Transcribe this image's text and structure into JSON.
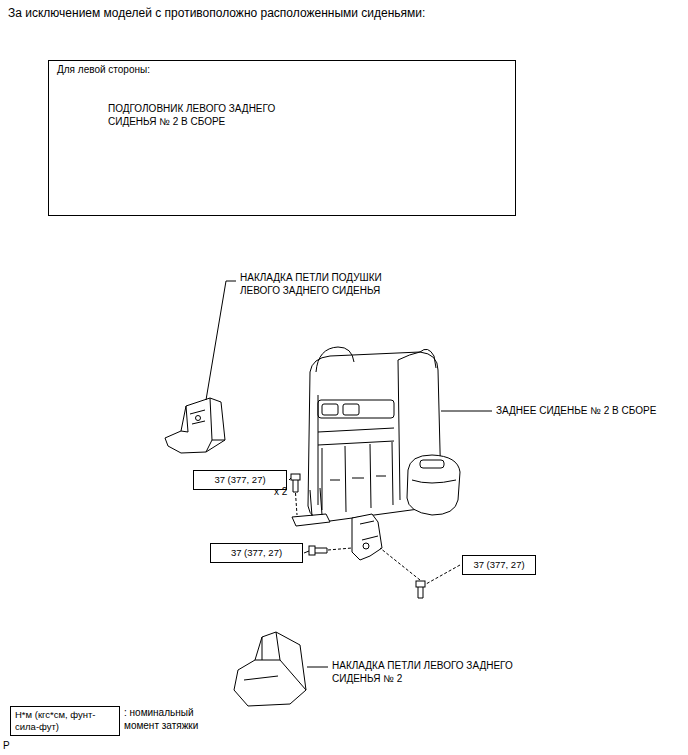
{
  "diagram": {
    "title": "За исключением моделей с противоположно расположенными сиденьями:",
    "nodes": [
      {
        "text": [
          "Для левой стороны:"
        ]
      },
      {
        "text": [
          "37 (377, 27)"
        ]
      },
      {
        "text": [
          "37 (377, 27)"
        ]
      },
      {
        "text": [
          "37 (377, 27)"
        ]
      },
      {
        "text": [
          "Н*м (кгс*см, фунт-сила-фут)"
        ]
      }
    ],
    "labels": [
      "ПОДГОЛОВНИК ЛЕВОГО ЗАДНЕГО СИДЕНЬЯ № 2 В СБОРЕ",
      "НАКЛАДКА ПЕТЛИ ПОДУШКИ ЛЕВОГО ЗАДНЕГО СИДЕНЬЯ",
      "ЗАДНЕЕ СИДЕНЬЕ № 2 В СБОРЕ",
      "x 2",
      "НАКЛАДКА ПЕТЛИ ЛЕВОГО ЗАДНЕГО СИДЕНЬЯ № 2",
      ": номинальный момент затяжки",
      "P"
    ]
  }
}
